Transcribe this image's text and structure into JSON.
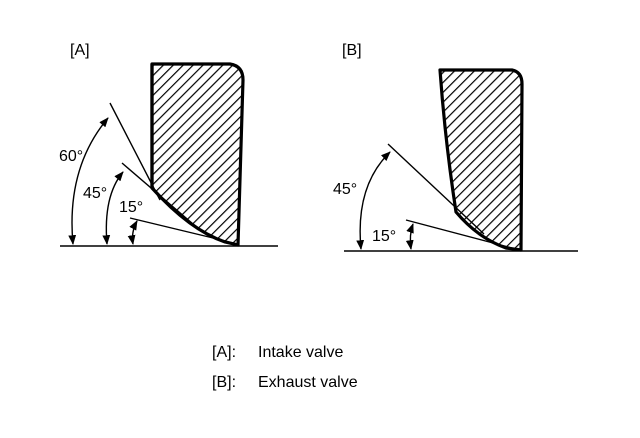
{
  "figures": [
    {
      "label": "[A]",
      "angles": [
        "60°",
        "45°",
        "15°"
      ]
    },
    {
      "label": "[B]",
      "angles": [
        "45°",
        "15°"
      ]
    }
  ],
  "legend": [
    {
      "key": "[A]:",
      "text": "Intake valve"
    },
    {
      "key": "[B]:",
      "text": "Exhaust valve"
    }
  ]
}
